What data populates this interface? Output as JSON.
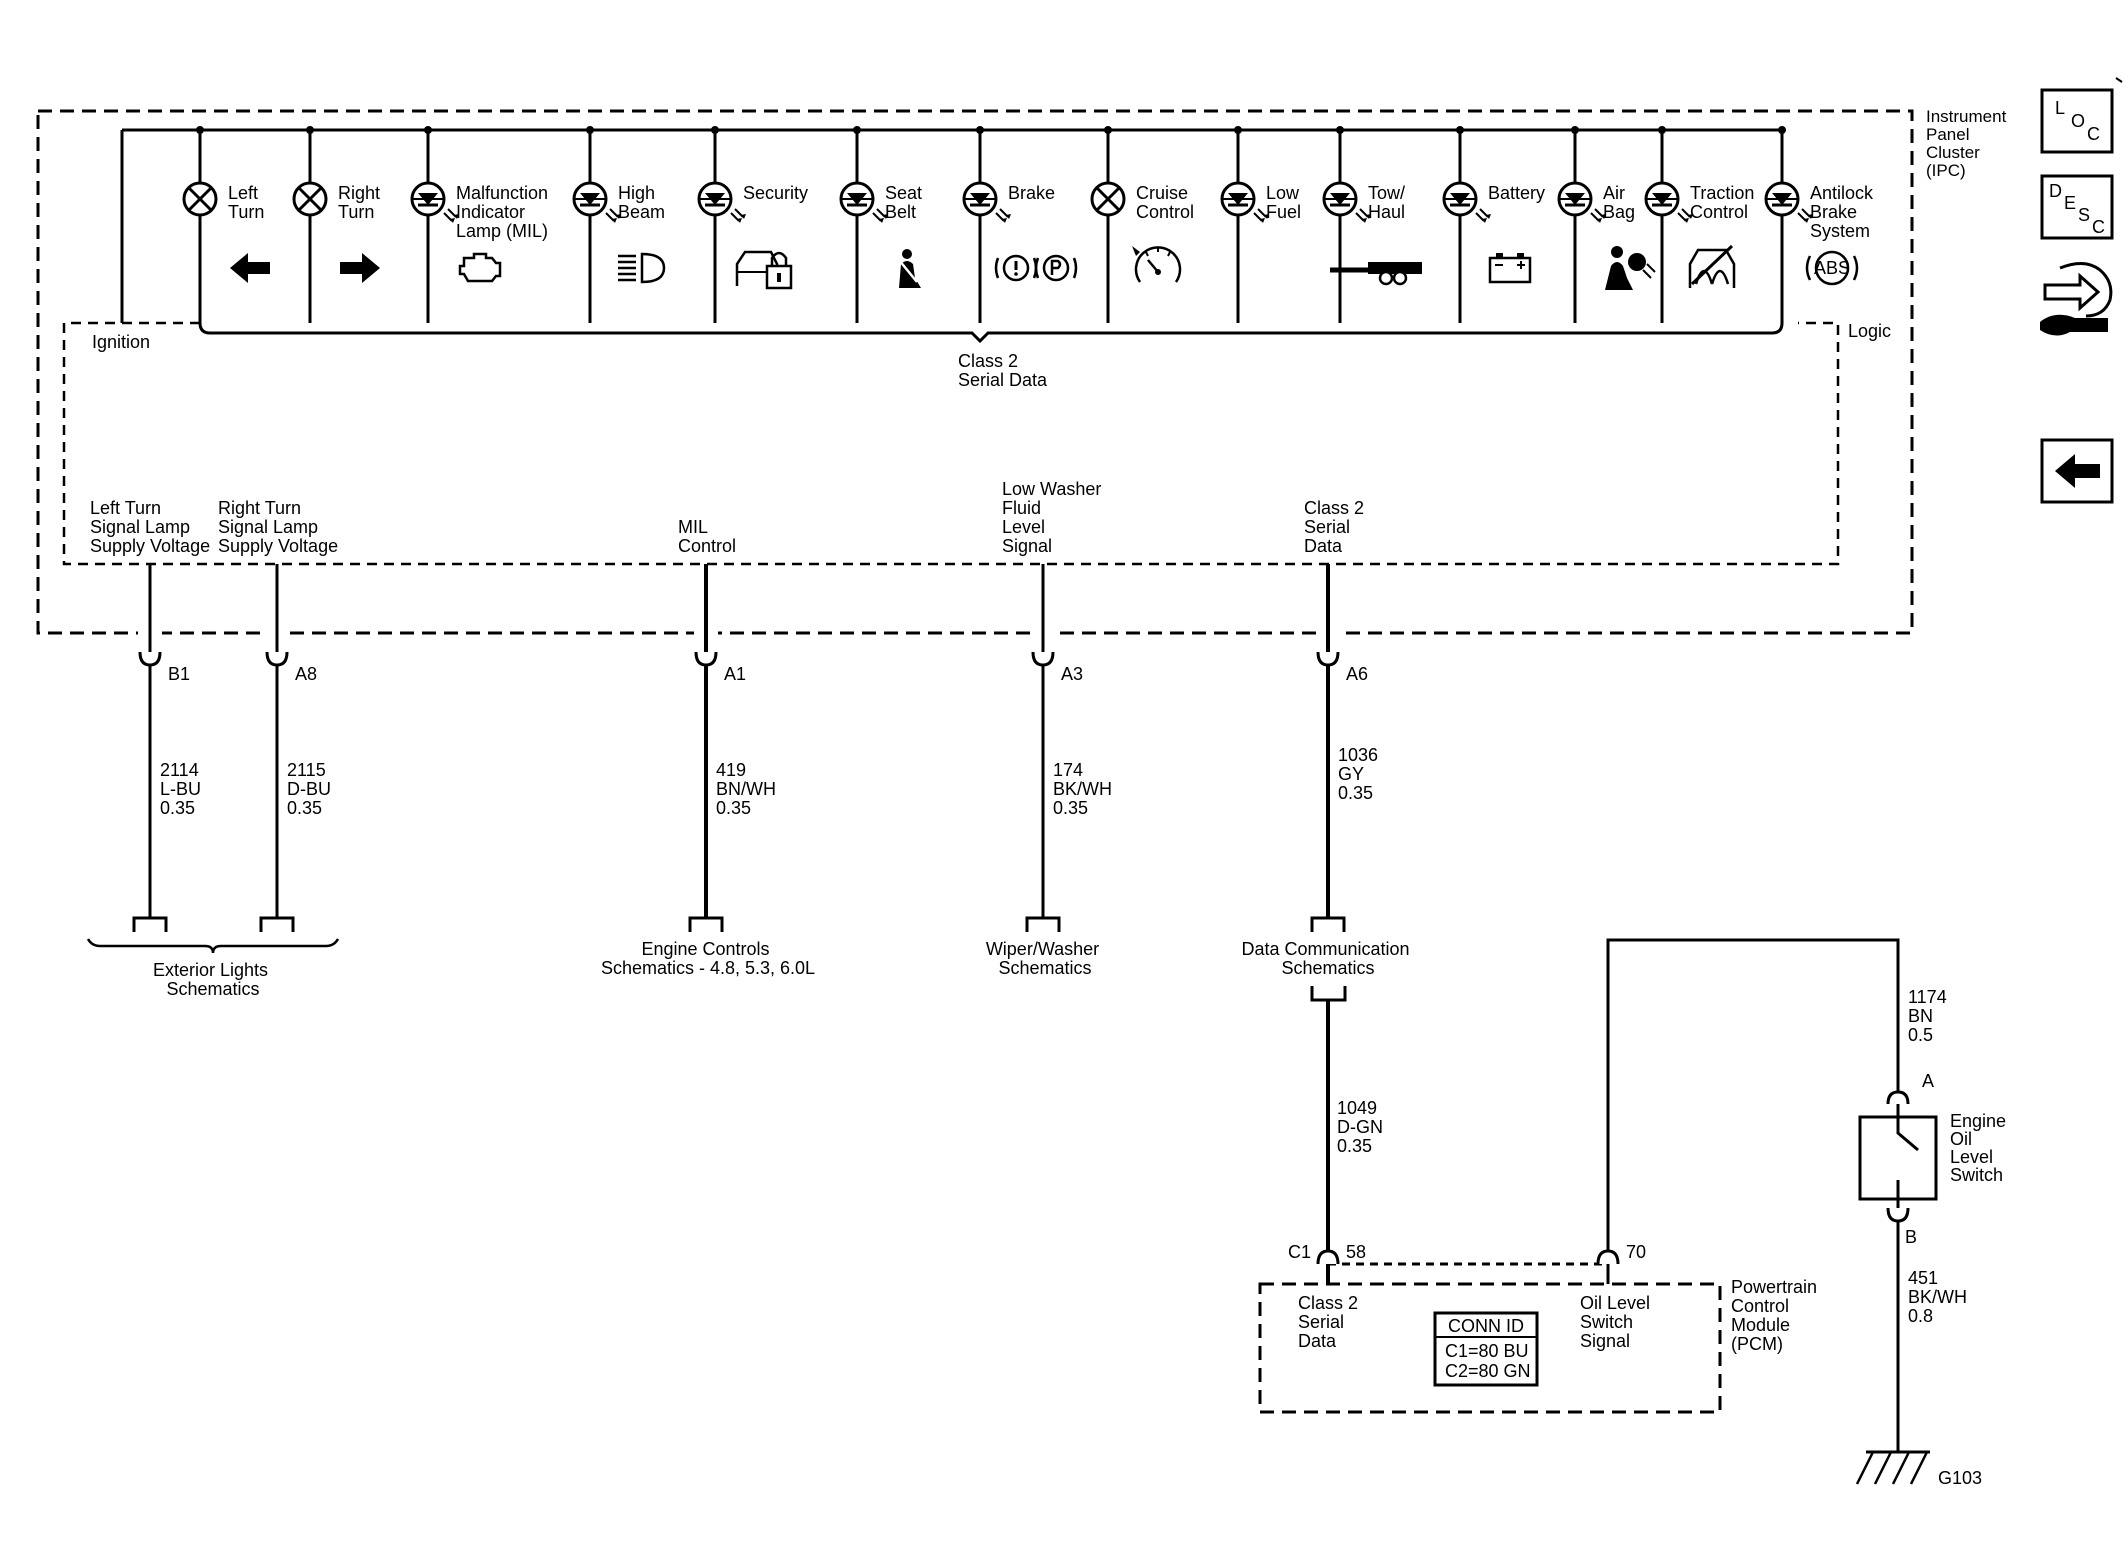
{
  "ipc": {
    "title": [
      "Instrument",
      "Panel",
      "Cluster",
      "(IPC)"
    ],
    "ignition": "Ignition",
    "logic": "Logic",
    "serial_bus": [
      "Class 2",
      "Serial Data"
    ]
  },
  "indicators": [
    {
      "label": [
        "Left",
        "Turn"
      ],
      "symbol": "left-arrow",
      "lamp": "bulb"
    },
    {
      "label": [
        "Right",
        "Turn"
      ],
      "symbol": "right-arrow",
      "lamp": "bulb"
    },
    {
      "label": [
        "Malfunction",
        "Indicator",
        "Lamp (MIL)"
      ],
      "symbol": "engine",
      "lamp": "led"
    },
    {
      "label": [
        "High",
        "Beam"
      ],
      "symbol": "high-beam",
      "lamp": "led"
    },
    {
      "label": [
        "Security"
      ],
      "symbol": "security",
      "lamp": "led"
    },
    {
      "label": [
        "Seat",
        "Belt"
      ],
      "symbol": "seat-belt",
      "lamp": "led"
    },
    {
      "label": [
        "Brake"
      ],
      "symbol": "brake",
      "lamp": "led"
    },
    {
      "label": [
        "Cruise",
        "Control"
      ],
      "symbol": "cruise",
      "lamp": "bulb"
    },
    {
      "label": [
        "Low",
        "Fuel"
      ],
      "symbol": "",
      "lamp": "led"
    },
    {
      "label": [
        "Tow/",
        "Haul"
      ],
      "symbol": "tow",
      "lamp": "led"
    },
    {
      "label": [
        "Battery"
      ],
      "symbol": "battery",
      "lamp": "led"
    },
    {
      "label": [
        "Air",
        "Bag"
      ],
      "symbol": "air-bag",
      "lamp": "led"
    },
    {
      "label": [
        "Traction",
        "Control"
      ],
      "symbol": "traction",
      "lamp": "led"
    },
    {
      "label": [
        "Antilock",
        "Brake",
        "System"
      ],
      "symbol": "abs",
      "lamp": "led"
    }
  ],
  "abs_text": "ABS",
  "ipc_pins": [
    {
      "label": [
        "Left Turn",
        "Signal Lamp",
        "Supply Voltage"
      ],
      "pin": "B1",
      "circuit": "2114",
      "color": "L-BU",
      "gauge": "0.35"
    },
    {
      "label": [
        "Right Turn",
        "Signal Lamp",
        "Supply Voltage"
      ],
      "pin": "A8",
      "circuit": "2115",
      "color": "D-BU",
      "gauge": "0.35"
    },
    {
      "label": [
        "MIL",
        "Control"
      ],
      "pin": "A1",
      "circuit": "419",
      "color": "BN/WH",
      "gauge": "0.35"
    },
    {
      "label": [
        "Low Washer",
        "Fluid",
        "Level",
        "Signal"
      ],
      "pin": "A3",
      "circuit": "174",
      "color": "BK/WH",
      "gauge": "0.35"
    },
    {
      "label": [
        "Class 2",
        "Serial",
        "Data"
      ],
      "pin": "A6",
      "circuit": "1036",
      "color": "GY",
      "gauge": "0.35"
    }
  ],
  "refs": {
    "exterior": [
      "Exterior Lights",
      "Schematics"
    ],
    "engine": [
      "Engine Controls",
      "Schematics - 4.8, 5.3, 6.0L"
    ],
    "wiper": [
      "Wiper/Washer",
      "Schematics"
    ],
    "datacomm": [
      "Data Communication",
      "Schematics"
    ]
  },
  "pcm_data_wire": {
    "circuit": "1049",
    "color": "D-GN",
    "gauge": "0.35"
  },
  "pcm": {
    "title": [
      "Powertrain",
      "Control",
      "Module",
      "(PCM)"
    ],
    "connector": "C1",
    "pin_serial": "58",
    "pin_oil": "70",
    "serial_label": [
      "Class 2",
      "Serial",
      "Data"
    ],
    "oil_label": [
      "Oil Level",
      "Switch",
      "Signal"
    ],
    "conn_id_title": "CONN ID",
    "conn_id_rows": [
      "C1=80 BU",
      "C2=80 GN"
    ]
  },
  "oil_switch": {
    "title": [
      "Engine",
      "Oil",
      "Level",
      "Switch"
    ],
    "pin_a": "A",
    "pin_b": "B",
    "top_wire": {
      "circuit": "1174",
      "color": "BN",
      "gauge": "0.5"
    },
    "bottom_wire": {
      "circuit": "451",
      "color": "BK/WH",
      "gauge": "0.8"
    },
    "ground": "G103"
  },
  "nav": {
    "loc": [
      "L",
      "O",
      "C"
    ],
    "desc": [
      "D",
      "E",
      "S",
      "C"
    ],
    "back_arrow_icon": "left-arrow-icon",
    "service_icon": "wrench-hand-icon"
  }
}
